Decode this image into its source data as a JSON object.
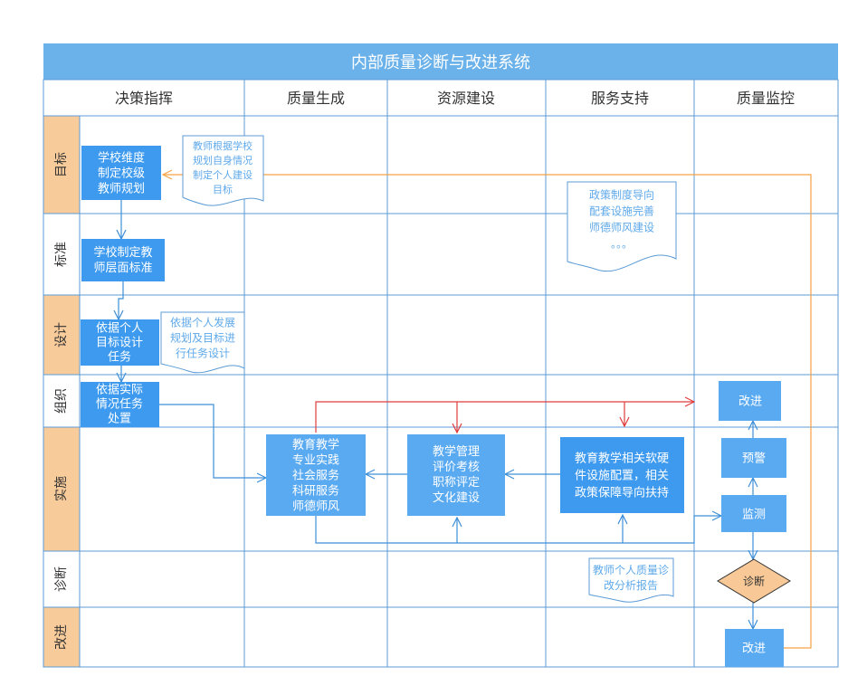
{
  "title": "内部质量诊断与改进系统",
  "columns": [
    "决策指挥",
    "质量生成",
    "资源建设",
    "服务支持",
    "质量监控"
  ],
  "rows": [
    "目标",
    "标准",
    "设计",
    "组织",
    "实施",
    "诊断",
    "改进"
  ],
  "boxes": {
    "school_plan": [
      "学校维度",
      "制定校级",
      "教师规划"
    ],
    "school_standard": [
      "学校制定教",
      "师层面标准"
    ],
    "design_task": [
      "依据个人",
      "目标设计",
      "任务"
    ],
    "org_task": [
      "依据实际",
      "情况任务",
      "处置"
    ],
    "edu_work": [
      "教育教学",
      "专业实践",
      "社会服务",
      "科研服务",
      "师德师风"
    ],
    "mgmt": [
      "教学管理",
      "评价考核",
      "职称评定",
      "文化建设"
    ],
    "support": [
      "教育教学相关软硬",
      "件设施配置，相关",
      "政策保障导向扶持"
    ],
    "improve_top": [
      "改进"
    ],
    "warn": [
      "预警"
    ],
    "monitor": [
      "监测"
    ],
    "diagnose": [
      "诊断"
    ],
    "improve_bottom": [
      "改进"
    ]
  },
  "notes": {
    "teacher_goal": [
      "教师根据学校",
      "规划自身情况",
      "制定个人建设",
      "目标"
    ],
    "policy": [
      "政策制度导向",
      "配套设施完善",
      "师德师风建设",
      "。。。"
    ],
    "design_note": [
      "依据个人发展",
      "规划及目标进",
      "行任务设计"
    ],
    "report": [
      "教师个人质量诊",
      "改分析报告"
    ]
  },
  "colors": {
    "header_bg": "#6cb2ea",
    "grid": "#5b9bd5",
    "row_label_warm": "#f8cb9a",
    "box_dark": "#3d9aee",
    "box_mid": "#5aaaf2",
    "box_light": "#7fbdf0",
    "diamond": "#f8c896",
    "connector_blue": "#4a9be0",
    "connector_red": "#e03c3c",
    "connector_orange": "#f5a244",
    "note_text": "#5fa9ea"
  }
}
